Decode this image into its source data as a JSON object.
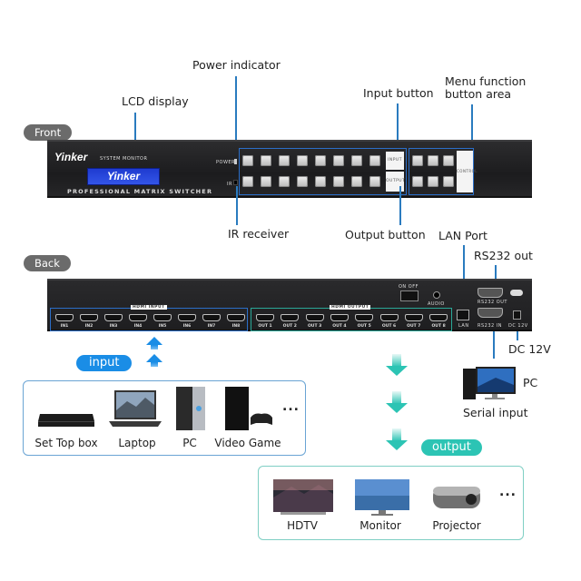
{
  "sections": {
    "front_label": "Front",
    "back_label": "Back"
  },
  "front_callouts": {
    "lcd_display": "LCD display",
    "power_indicator": "Power indicator",
    "input_button": "Input button",
    "menu_function_line1": "Menu function",
    "menu_function_line2": "button area",
    "ir_receiver": "IR receiver",
    "output_button": "Output button"
  },
  "back_callouts": {
    "lan_port": "LAN Port",
    "rs232_out": "RS232 out",
    "dc_12v": "DC 12V"
  },
  "front_panel": {
    "brand": "Yinker",
    "system_monitor": "SYSTEM MONITOR",
    "lcd_text": "Yinker",
    "power_label": "POWER",
    "ir_label": "IR",
    "product_name": "PROFESSIONAL MATRIX SWITCHER",
    "input_row_label": "INPUT",
    "output_row_label": "OUTPUT",
    "control_label": "CONTROL",
    "input_buttons": 8,
    "output_buttons": 8,
    "control_buttons": 6
  },
  "back_panel": {
    "hdmi_input_title": "HDMI INPUT",
    "hdmi_output_title": "HDMI OUTPUT",
    "inputs": [
      "IN1",
      "IN2",
      "IN3",
      "IN4",
      "IN5",
      "IN6",
      "IN7",
      "IN8"
    ],
    "outputs": [
      "OUT 1",
      "OUT 2",
      "OUT 3",
      "OUT 4",
      "OUT 5",
      "OUT 6",
      "OUT 7",
      "OUT 8"
    ],
    "switch_label": "ON   OFF",
    "audio_label": "AUDIO",
    "lan_label": "LAN",
    "rs232_out_label": "RS232 OUT",
    "rs232_in_label": "RS232 IN",
    "dc_label": "DC 12V"
  },
  "flow": {
    "input_label": "input",
    "output_label": "output"
  },
  "source_devices": [
    {
      "label": "Set Top box",
      "icon": "set-top-box-icon"
    },
    {
      "label": "Laptop",
      "icon": "laptop-icon"
    },
    {
      "label": "PC",
      "icon": "pc-tower-icon"
    },
    {
      "label": "Video Game",
      "icon": "game-console-icon"
    }
  ],
  "source_more": "...",
  "display_devices": [
    {
      "label": "HDTV",
      "icon": "hdtv-icon"
    },
    {
      "label": "Monitor",
      "icon": "monitor-icon"
    },
    {
      "label": "Projector",
      "icon": "projector-icon"
    }
  ],
  "display_more": "...",
  "serial": {
    "pc_label": "PC",
    "caption": "Serial input"
  },
  "colors": {
    "callout_line": "#2a7bbf",
    "input_accent": "#1a8de6",
    "output_accent": "#2cc4b4",
    "panel": "#1e1e20",
    "lcd": "#2a48e0"
  }
}
